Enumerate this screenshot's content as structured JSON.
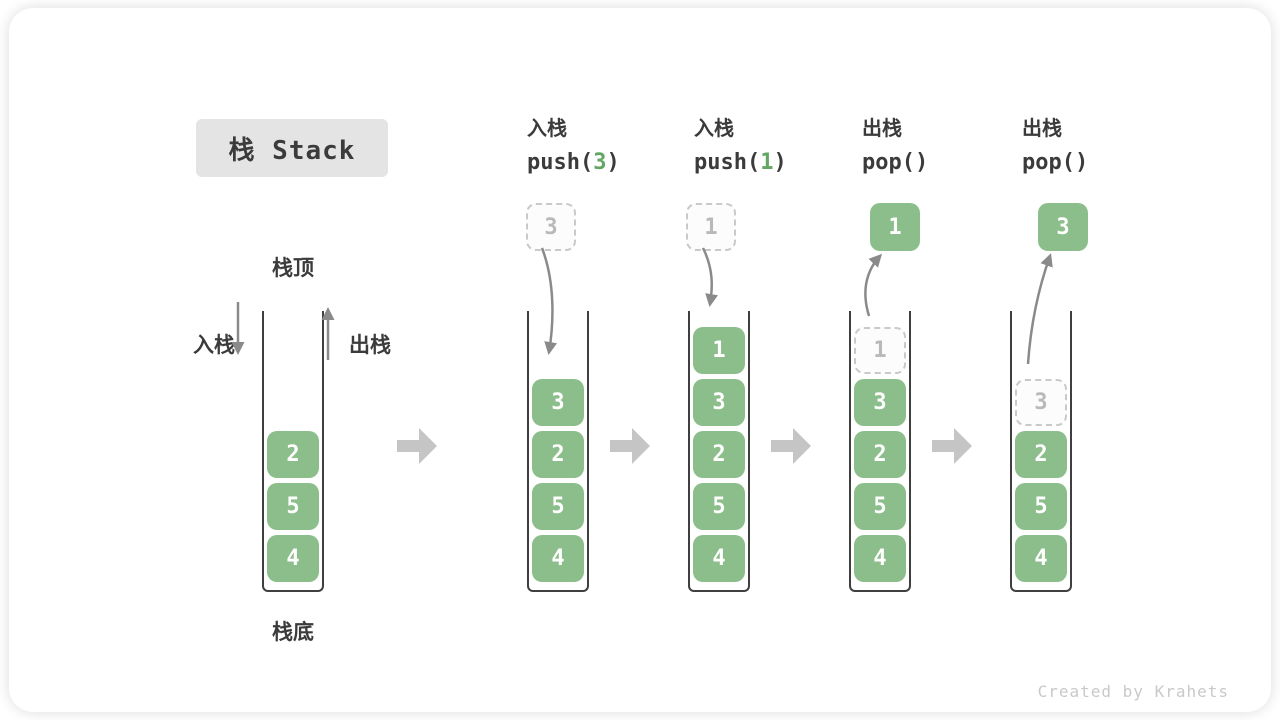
{
  "page": {
    "title_badge": "栈 Stack",
    "footer": "Created by Krahets"
  },
  "labels": {
    "stack_top": "栈顶",
    "stack_bottom": "栈底",
    "push_side": "入栈",
    "pop_side": "出栈"
  },
  "operations": [
    {
      "label": "入栈",
      "code_prefix": "push(",
      "arg": "3",
      "code_suffix": ")"
    },
    {
      "label": "入栈",
      "code_prefix": "push(",
      "arg": "1",
      "code_suffix": ")"
    },
    {
      "label": "出栈",
      "code_prefix": "pop(",
      "arg": "",
      "code_suffix": ")"
    },
    {
      "label": "出栈",
      "code_prefix": "pop(",
      "arg": "",
      "code_suffix": ")"
    }
  ],
  "stacks": [
    {
      "state": "initial",
      "cells": [
        {
          "value": "2",
          "ghost": false
        },
        {
          "value": "5",
          "ghost": false
        },
        {
          "value": "4",
          "ghost": false
        }
      ]
    },
    {
      "state": "after push(3)",
      "floating": {
        "value": "3",
        "style": "dashed"
      },
      "cells": [
        {
          "value": "3",
          "ghost": false
        },
        {
          "value": "2",
          "ghost": false
        },
        {
          "value": "5",
          "ghost": false
        },
        {
          "value": "4",
          "ghost": false
        }
      ]
    },
    {
      "state": "after push(1)",
      "floating": {
        "value": "1",
        "style": "dashed"
      },
      "cells": [
        {
          "value": "1",
          "ghost": false
        },
        {
          "value": "3",
          "ghost": false
        },
        {
          "value": "2",
          "ghost": false
        },
        {
          "value": "5",
          "ghost": false
        },
        {
          "value": "4",
          "ghost": false
        }
      ]
    },
    {
      "state": "after pop() -> 1",
      "floating": {
        "value": "1",
        "style": "solid"
      },
      "cells": [
        {
          "value": "1",
          "ghost": true
        },
        {
          "value": "3",
          "ghost": false
        },
        {
          "value": "2",
          "ghost": false
        },
        {
          "value": "5",
          "ghost": false
        },
        {
          "value": "4",
          "ghost": false
        }
      ]
    },
    {
      "state": "after pop() -> 3",
      "floating": {
        "value": "3",
        "style": "solid"
      },
      "cells": [
        {
          "value": "3",
          "ghost": true
        },
        {
          "value": "2",
          "ghost": false
        },
        {
          "value": "5",
          "ghost": false
        },
        {
          "value": "4",
          "ghost": false
        }
      ]
    }
  ],
  "colors": {
    "cell-green": "#8cbe8c",
    "accent-green": "#63a663",
    "arrow-gray": "#c5c5c5",
    "line-gray": "#8a8a8a",
    "ghost-border": "#c9c9c9",
    "ghost-text": "#b9b9b9",
    "ink": "#3b3b3b",
    "badge-bg": "#e4e4e4",
    "wall": "#3f3f3f",
    "footer-gray": "#c9c9c9"
  }
}
